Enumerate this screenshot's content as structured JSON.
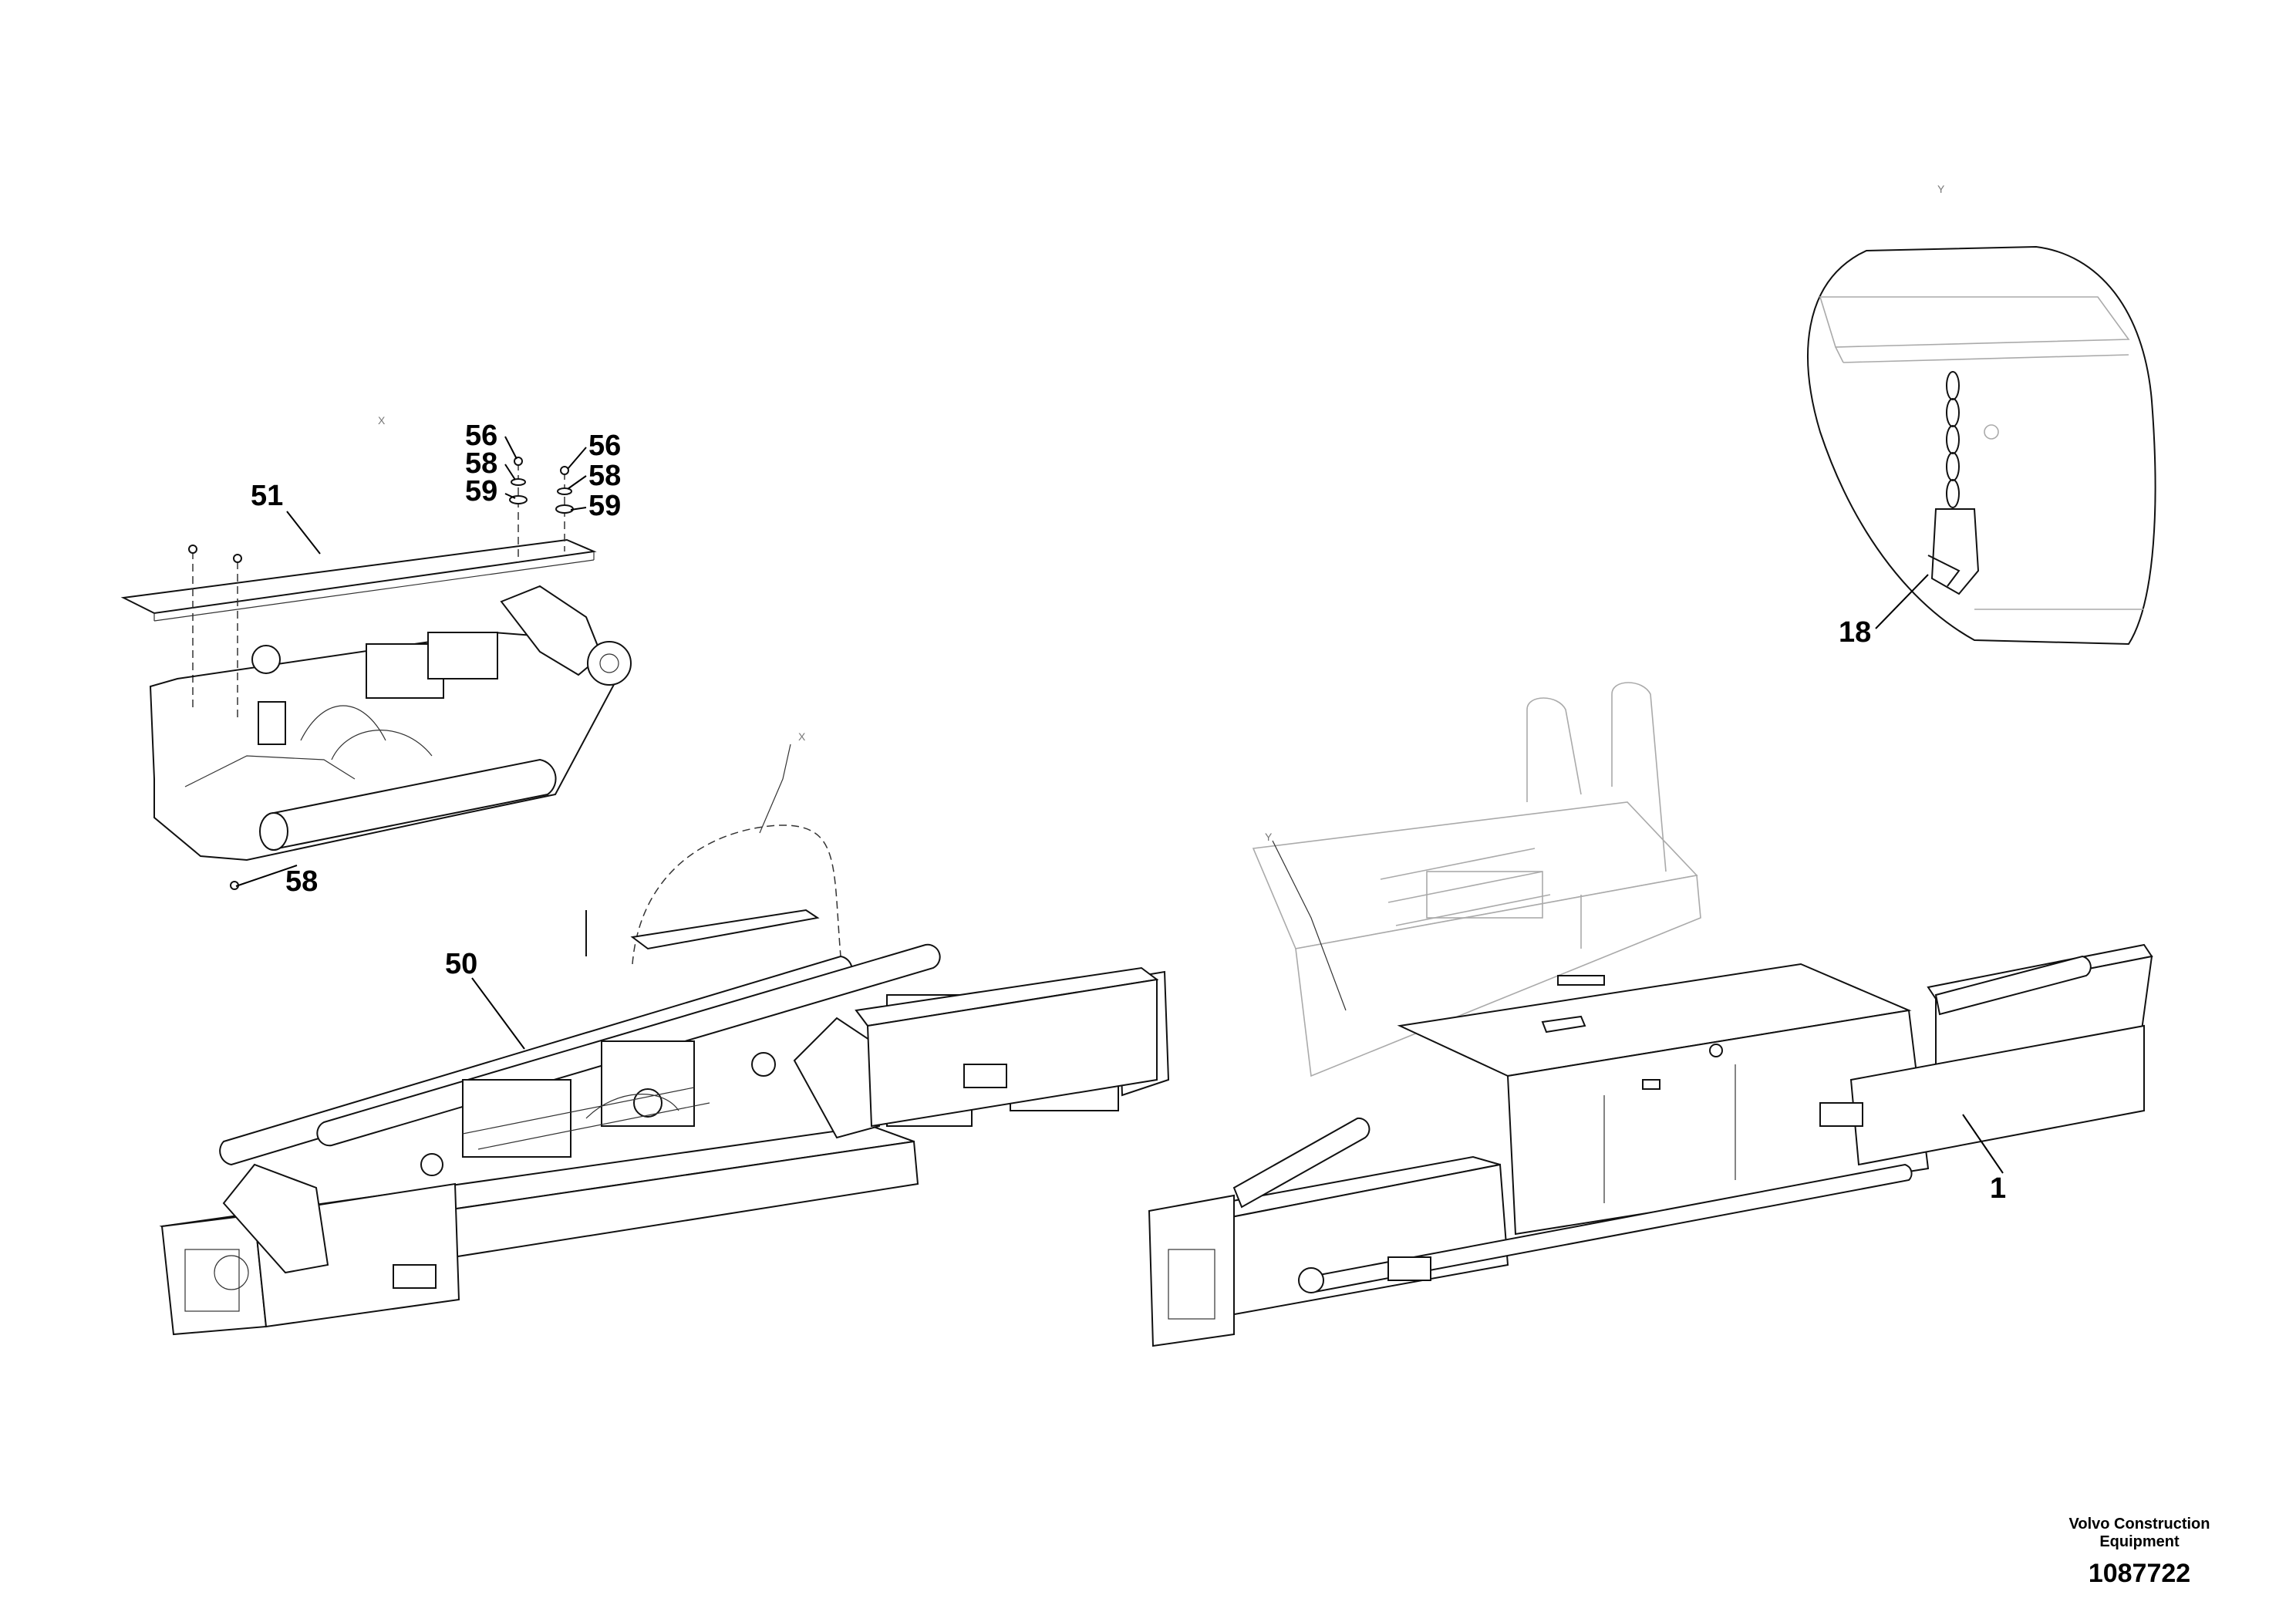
{
  "callouts": {
    "c56a": "56",
    "c58a": "58",
    "c59a": "59",
    "c56b": "56",
    "c58b": "58",
    "c59b": "59",
    "c51": "51",
    "c58c": "58",
    "c50": "50",
    "c18": "18",
    "c1": "1"
  },
  "view_markers": {
    "x_small": "X",
    "x_leader": "X",
    "y_top": "Y",
    "y_leader": "Y"
  },
  "footer": {
    "brand_line1": "Volvo Construction",
    "brand_line2": "Equipment",
    "drawing_number": "1087722"
  }
}
